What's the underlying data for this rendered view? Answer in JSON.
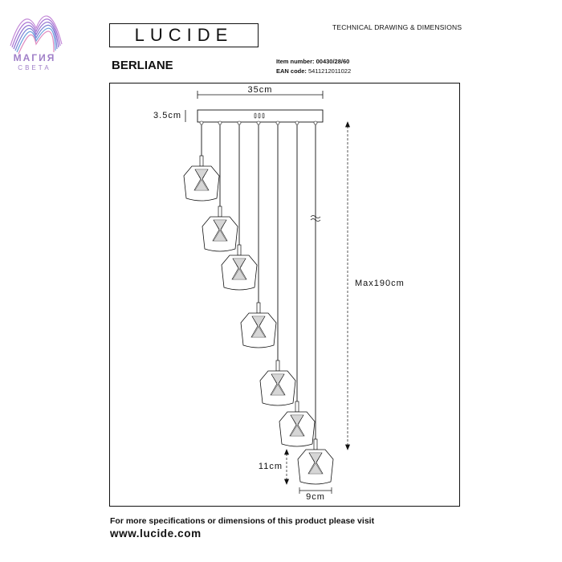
{
  "distributor": {
    "name": "МАГИЯ",
    "subtitle": "СВЕТА"
  },
  "brand": {
    "logo_text": "LUCIDE"
  },
  "header": {
    "section_title": "TECHNICAL DRAWING & DIMENSIONS"
  },
  "product": {
    "name": "BERLIANE",
    "item_label": "Item number:",
    "item_number": "00430/28/60",
    "ean_label": "EAN code:",
    "ean_code": "5411212011022"
  },
  "dimensions": {
    "canopy_width": "35cm",
    "canopy_height": "3.5cm",
    "max_height": "Max190cm",
    "shade_height": "11cm",
    "shade_width": "9cm"
  },
  "footer": {
    "text": "For more specifications or dimensions of this product please visit",
    "url": "www.lucide.com"
  }
}
